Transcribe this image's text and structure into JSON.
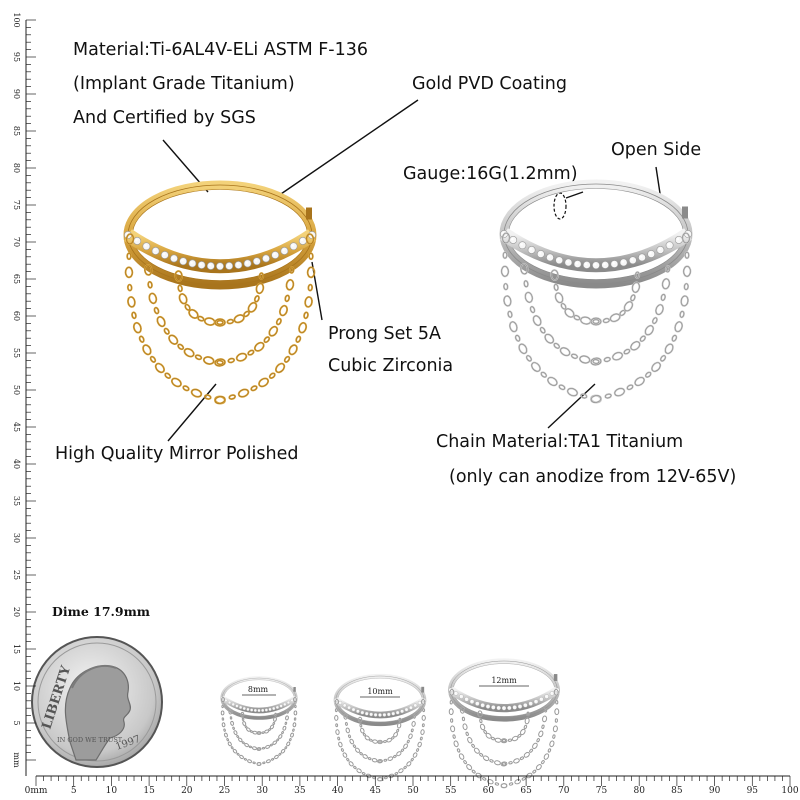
{
  "annotations": {
    "material_line1": "Material:Ti-6AL4V-ELi ASTM F-136",
    "material_line2": "(Implant Grade Titanium)",
    "material_line3": "And Certified by SGS",
    "gold_coating": "Gold PVD Coating",
    "gauge": "Gauge:16G(1.2mm)",
    "open_side": "Open Side",
    "prong_line1": "Prong Set 5A",
    "prong_line2": "Cubic Zirconia",
    "polish": "High Quality Mirror Polished",
    "chain_line1": "Chain Material:TA1 Titanium",
    "chain_line2": "(only can anodize from 12V-65V)"
  },
  "size_compare": {
    "dime_label": "Dime 17.9mm",
    "dime_coin_text": [
      "LIBERTY",
      "IN GOD WE TRUST",
      "1997"
    ],
    "sizes": [
      "8mm",
      "10mm",
      "12mm"
    ]
  },
  "ruler": {
    "unit": "mm",
    "bottom_labels": [
      "0mm",
      "5",
      "10",
      "15",
      "20",
      "25",
      "30",
      "35",
      "40",
      "45",
      "50",
      "55",
      "60",
      "65",
      "70",
      "75",
      "80",
      "85",
      "90",
      "95",
      "100"
    ],
    "left_labels": [
      "mm",
      "5",
      "10",
      "15",
      "20",
      "25",
      "30",
      "35",
      "40",
      "45",
      "50",
      "55",
      "60",
      "65",
      "70",
      "75",
      "80",
      "85",
      "90",
      "95",
      "100"
    ]
  },
  "colors": {
    "gold": "#d9a640",
    "gold_dark": "#a8741c",
    "silver": "#c9c9c9",
    "silver_dark": "#8a8a8a"
  }
}
